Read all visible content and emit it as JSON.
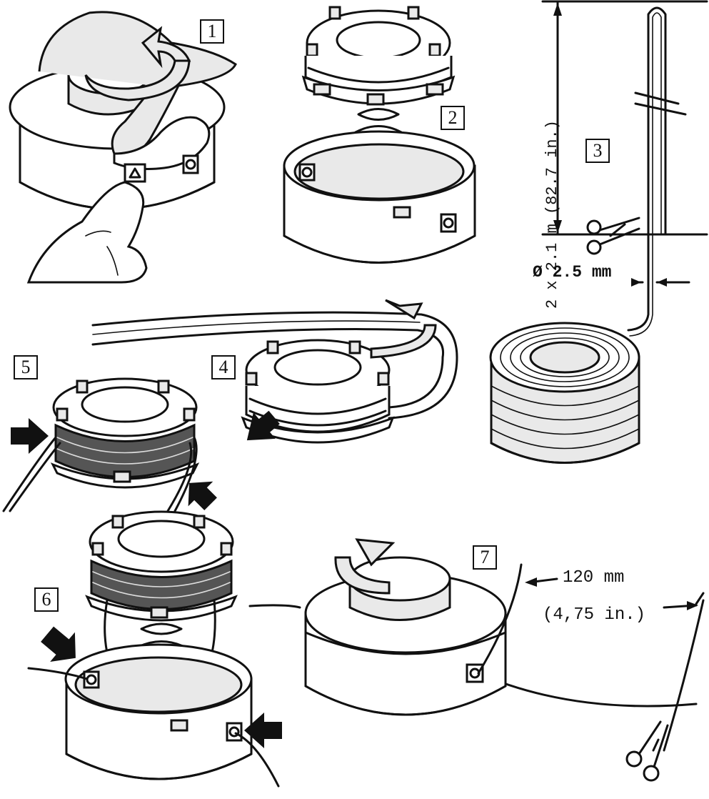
{
  "steps": [
    "1",
    "2",
    "3",
    "4",
    "5",
    "6",
    "7"
  ],
  "dimensions": {
    "line_length": "2 x 2.1 m (82.7 in.)",
    "line_diameter": "Ø 2.5 mm",
    "line_protrusion_mm": "120 mm",
    "line_protrusion_in": "(4,75 in.)"
  },
  "icons": {
    "rotate": "curved-arrow-icon",
    "press": "push-arrow-icon",
    "cut": "scissors-icon"
  },
  "colors": {
    "ink": "#111111",
    "paper": "#ffffff",
    "shade": "#e9e9e9"
  }
}
